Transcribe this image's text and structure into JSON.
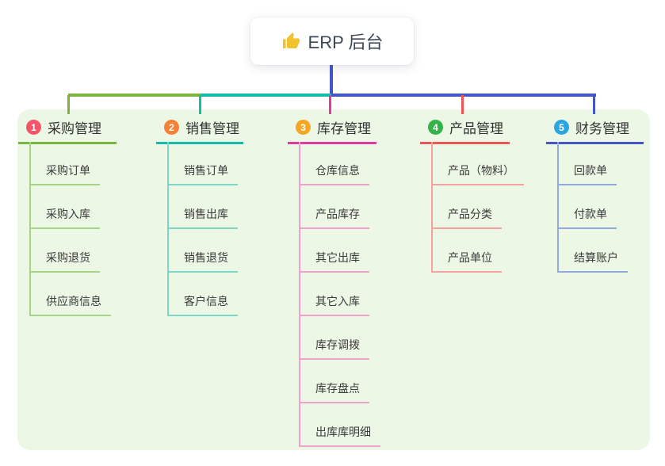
{
  "root": {
    "icon": "thumbs-up",
    "title": "ERP 后台"
  },
  "colors": {
    "connector": "#4456c7",
    "panel_background": "#edf7e6",
    "thumb": "#f2c12e"
  },
  "branches": [
    {
      "number": "1",
      "label": "采购管理",
      "badge_color": "#f3566b",
      "line_color": "#7cb53e",
      "child_line_color": "#a8d488",
      "children": [
        "采购订单",
        "采购入库",
        "采购退货",
        "供应商信息"
      ]
    },
    {
      "number": "2",
      "label": "销售管理",
      "badge_color": "#f68033",
      "line_color": "#14bca9",
      "child_line_color": "#7bd8c7",
      "children": [
        "销售订单",
        "销售出库",
        "销售退货",
        "客户信息"
      ]
    },
    {
      "number": "3",
      "label": "库存管理",
      "badge_color": "#f6a623",
      "line_color": "#e23a9f",
      "child_line_color": "#f4a0cd",
      "children": [
        "仓库信息",
        "产品库存",
        "其它出库",
        "其它入库",
        "库存调拨",
        "库存盘点",
        "出库库明细"
      ]
    },
    {
      "number": "4",
      "label": "产品管理",
      "badge_color": "#36b24a",
      "line_color": "#f25359",
      "child_line_color": "#f89fa2",
      "children": [
        "产品（物料）",
        "产品分类",
        "产品单位"
      ]
    },
    {
      "number": "5",
      "label": "财务管理",
      "badge_color": "#2aa7df",
      "line_color": "#4456c7",
      "child_line_color": "#94a9df",
      "children": [
        "回款单",
        "付款单",
        "结算账户"
      ]
    }
  ]
}
